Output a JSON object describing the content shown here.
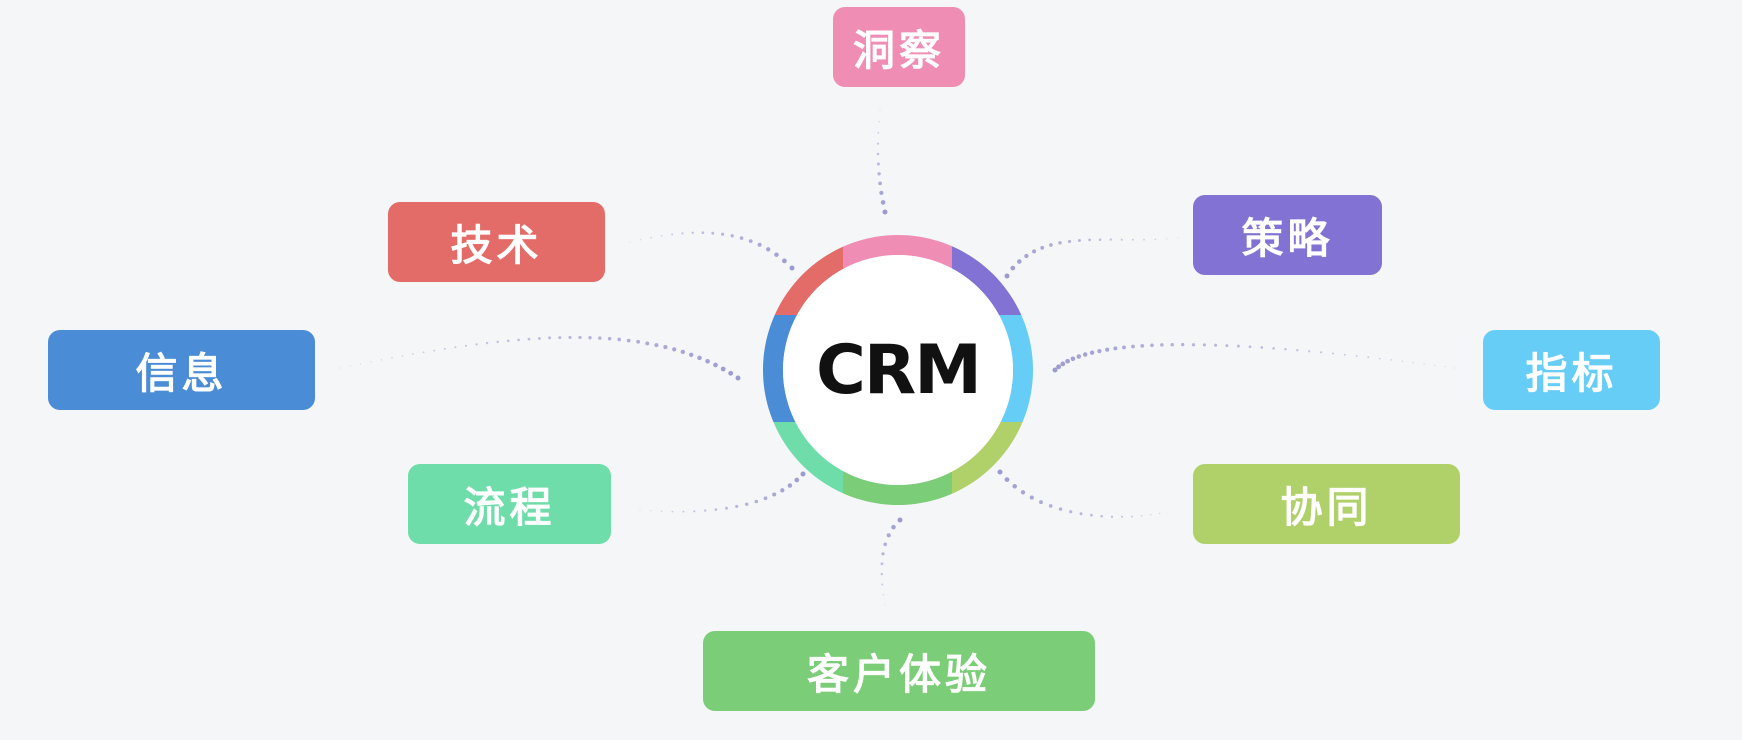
{
  "hub": {
    "label": "CRM",
    "ring_colors": {
      "top": "#ef8db5",
      "top_right": "#8272d4",
      "right": "#66cdf7",
      "bottom_right": "#b0d06a",
      "bottom": "#7bcd77",
      "bottom_left": "#6edda9",
      "left": "#4a8cd6",
      "top_left": "#e36c68"
    }
  },
  "connector_color": "#9b9bd0",
  "nodes": [
    {
      "id": "insight",
      "label": "洞察",
      "color": "#ef8db5"
    },
    {
      "id": "tech",
      "label": "技术",
      "color": "#e36c68"
    },
    {
      "id": "strategy",
      "label": "策略",
      "color": "#8272d4"
    },
    {
      "id": "info",
      "label": "信息",
      "color": "#4a8cd6"
    },
    {
      "id": "metrics",
      "label": "指标",
      "color": "#66cdf7"
    },
    {
      "id": "process",
      "label": "流程",
      "color": "#6edda9"
    },
    {
      "id": "collab",
      "label": "协同",
      "color": "#b0d06a"
    },
    {
      "id": "cx",
      "label": "客户体验",
      "color": "#7bcd77"
    }
  ]
}
